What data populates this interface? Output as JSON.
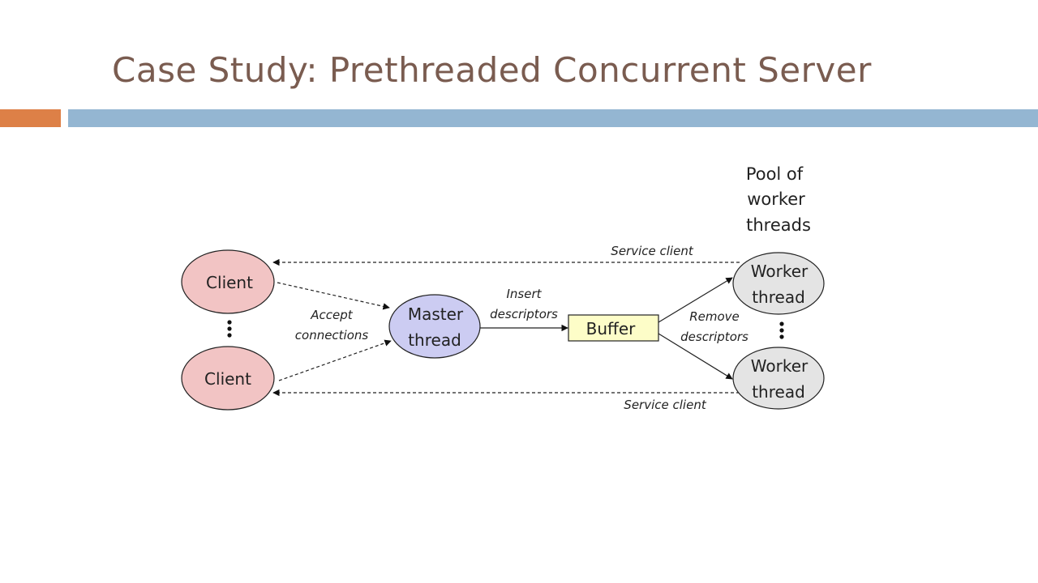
{
  "slide": {
    "title": "Case Study: Prethreaded Concurrent Server"
  },
  "diagram": {
    "clients": [
      "Client",
      "Client"
    ],
    "master": {
      "line1": "Master",
      "line2": "thread"
    },
    "buffer": "Buffer",
    "workers": [
      {
        "line1": "Worker",
        "line2": "thread"
      },
      {
        "line1": "Worker",
        "line2": "thread"
      }
    ],
    "pool_label": [
      "Pool of",
      "worker",
      "threads"
    ],
    "edge_labels": {
      "accept": [
        "Accept",
        "connections"
      ],
      "insert": [
        "Insert",
        "descriptors"
      ],
      "remove": [
        "Remove",
        "descriptors"
      ],
      "service_top": "Service client",
      "service_bottom": "Service client"
    },
    "colors": {
      "client_fill": "#f2c4c4",
      "master_fill": "#ccccf2",
      "buffer_fill": "#fdfdc8",
      "worker_fill": "#e4e4e4",
      "title_color": "#7a5c50",
      "accent_orange": "#dd8047",
      "accent_blue": "#94b6d2"
    }
  }
}
